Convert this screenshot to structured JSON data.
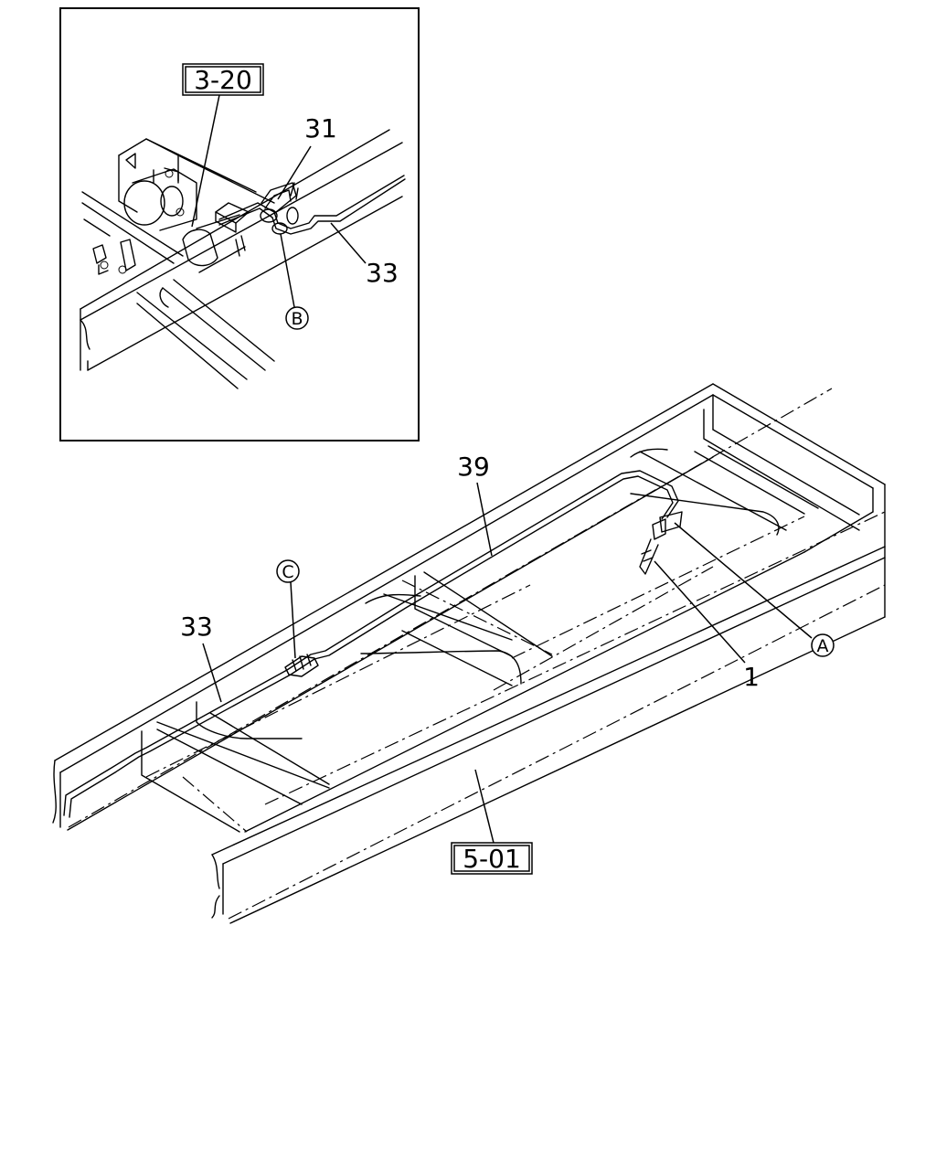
{
  "inset": {
    "ref_box": "3-20",
    "labels": {
      "part_31": "31",
      "part_33": "33"
    },
    "callout_b": "B"
  },
  "main": {
    "labels": {
      "part_39": "39",
      "part_33": "33",
      "part_1": "1"
    },
    "callout_a": "A",
    "callout_c": "C",
    "ref_box": "5-01"
  }
}
